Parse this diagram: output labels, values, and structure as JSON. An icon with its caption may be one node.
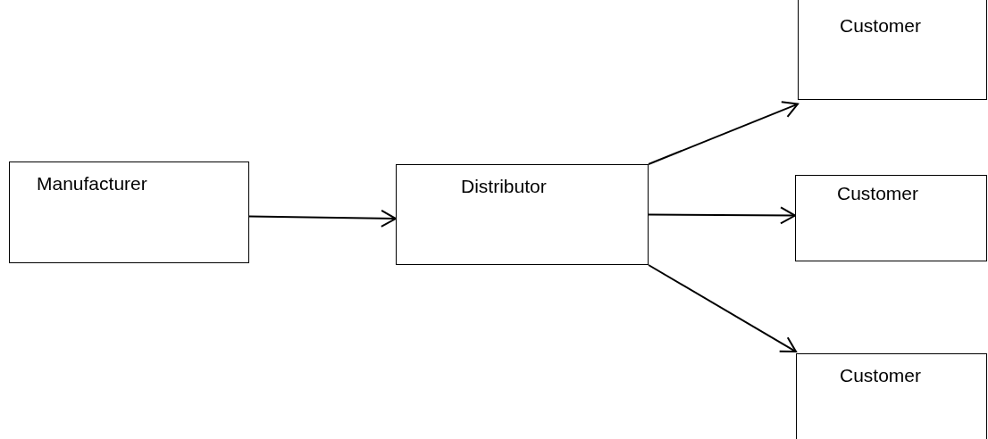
{
  "diagram": {
    "nodes": [
      {
        "text": [
          "Manufacturer"
        ]
      },
      {
        "text": [
          "Distributor"
        ]
      },
      {
        "text": [
          "Customer"
        ]
      },
      {
        "text": [
          "Customer"
        ]
      },
      {
        "text": [
          "Customer"
        ]
      }
    ],
    "edges": [
      {
        "from": 0,
        "to": 1,
        "arrow": "to"
      },
      {
        "from": 1,
        "to": 2,
        "arrow": "to"
      },
      {
        "from": 1,
        "to": 3,
        "arrow": "to"
      },
      {
        "from": 1,
        "to": 4,
        "arrow": "to"
      }
    ]
  }
}
